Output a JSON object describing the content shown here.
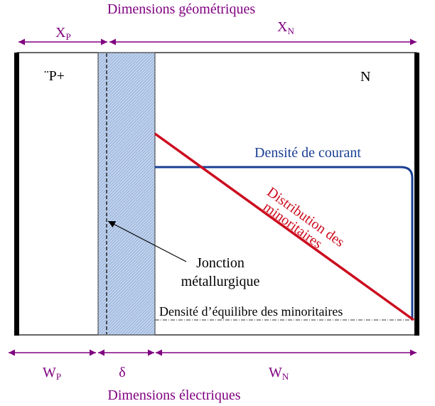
{
  "title_top": "Dimensions géométriques",
  "title_bottom": "Dimensions électriques",
  "top_dims": {
    "xp": "X",
    "xp_sub": "P",
    "xn": "X",
    "xn_sub": "N"
  },
  "bottom_dims": {
    "wp": "W",
    "wp_sub": "P",
    "delta": "δ",
    "wn": "W",
    "wn_sub": "N"
  },
  "regions": {
    "p": "¨P+",
    "n": "N"
  },
  "labels": {
    "current": "Densité de courant",
    "distribution_line1": "Distribution des",
    "distribution_line2": "minoritaires",
    "junction_line1": "Jonction",
    "junction_line2": "métallurgique",
    "equilibrium": "Densité d’équilibre des minoritaires"
  },
  "colors": {
    "dimension": "#800080",
    "current": "#1a3f94",
    "distribution": "#cc0c1e",
    "depletion": "#9db8de"
  }
}
